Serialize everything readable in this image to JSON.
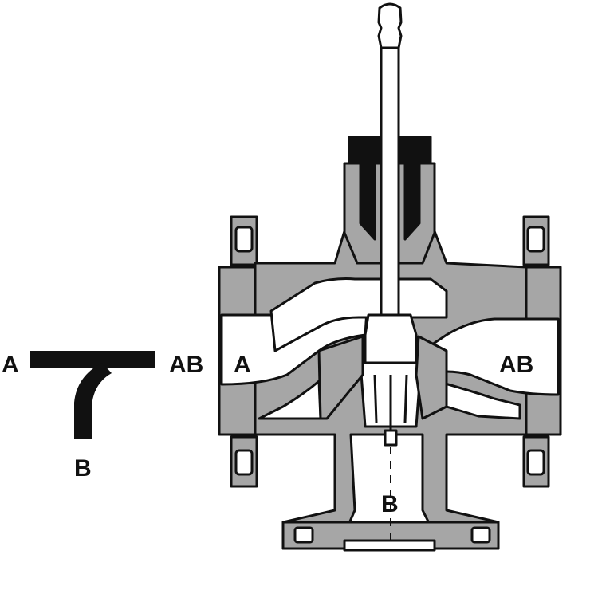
{
  "schematic": {
    "port_left": "A",
    "port_right": "AB",
    "port_bottom": "B"
  },
  "valve": {
    "port_left": "A",
    "port_right": "AB",
    "port_bottom": "B"
  },
  "colors": {
    "body_fill": "#a6a6a6",
    "line": "#111111",
    "packing": "#111111",
    "passage": "#ffffff",
    "background": "#ffffff"
  }
}
